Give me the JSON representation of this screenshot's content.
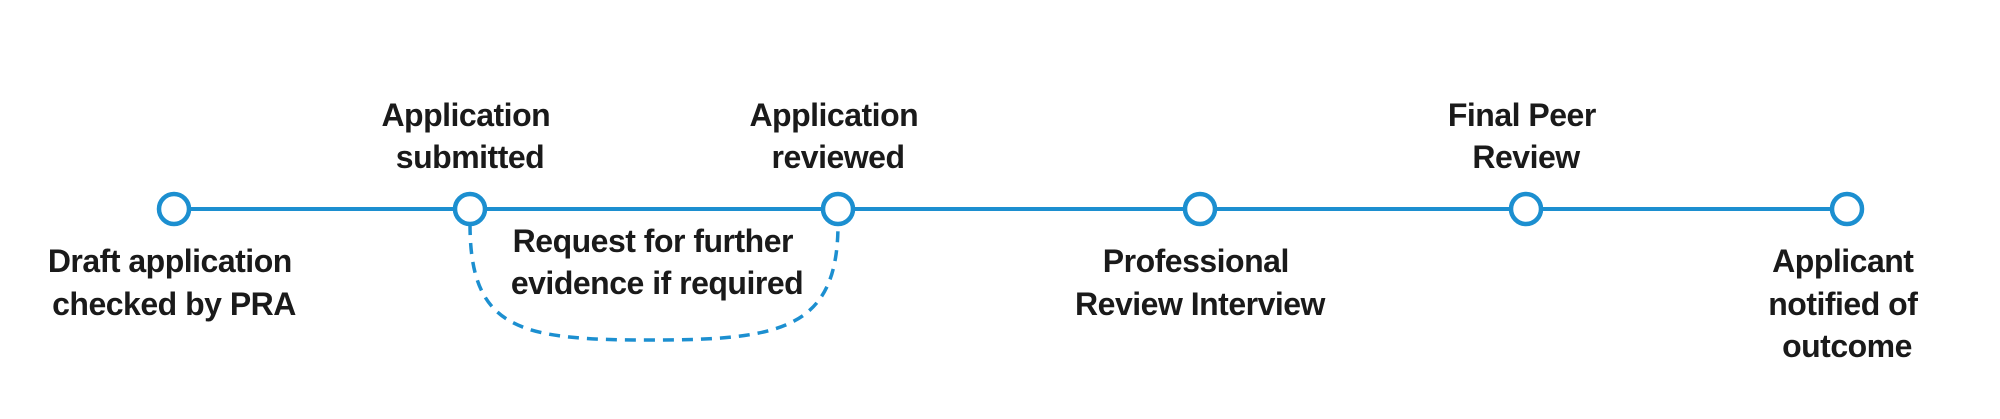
{
  "colors": {
    "accent": "#1c8fd0",
    "text": "#1a1a1a",
    "background": "#ffffff"
  },
  "stages": [
    {
      "id": "draft-check",
      "label_lines": [
        "Draft application",
        "checked by PRA"
      ],
      "label_position": "below"
    },
    {
      "id": "submitted",
      "label_lines": [
        "Application",
        "submitted"
      ],
      "label_position": "above"
    },
    {
      "id": "reviewed",
      "label_lines": [
        "Application",
        "reviewed"
      ],
      "label_position": "above"
    },
    {
      "id": "interview",
      "label_lines": [
        "Professional",
        "Review Interview"
      ],
      "label_position": "below"
    },
    {
      "id": "final-peer-review",
      "label_lines": [
        "Final Peer",
        "Review"
      ],
      "label_position": "above"
    },
    {
      "id": "notified",
      "label_lines": [
        "Applicant",
        "notified of",
        "outcome"
      ],
      "label_position": "below"
    }
  ],
  "loop": {
    "from_stage": "submitted",
    "to_stage": "reviewed",
    "style": "dashed",
    "label_lines": [
      "Request for further",
      "evidence if required"
    ]
  }
}
